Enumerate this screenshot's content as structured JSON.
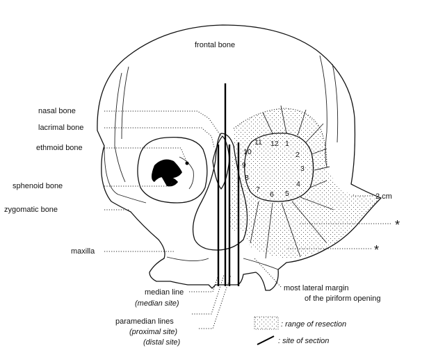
{
  "labels": {
    "frontal_bone": "frontal bone",
    "nasal_bone": "nasal bone",
    "lacrimal_bone": "lacrimal bone",
    "ethmoid_bone": "ethmoid bone",
    "sphenoid_bone": "sphenoid bone",
    "zygomatic_bone": "zygomatic bone",
    "maxilla": "maxilla",
    "median_line": "median line",
    "median_site": "(median site)",
    "paramedian_lines": "paramedian lines",
    "proximal_site": "(proximal site)",
    "distal_site": "(distal site)",
    "two_cm": "2 cm",
    "most_lateral_margin_1": "most lateral margin",
    "most_lateral_margin_2": "of the piriform opening",
    "asterisk_upper": "*",
    "asterisk_lower": "*"
  },
  "legend": {
    "range_of_resection": ": range of resection",
    "site_of_section": ": site of section"
  },
  "clock_positions": [
    "1",
    "2",
    "3",
    "4",
    "5",
    "6",
    "7",
    "8",
    "9",
    "10",
    "11",
    "12"
  ]
}
